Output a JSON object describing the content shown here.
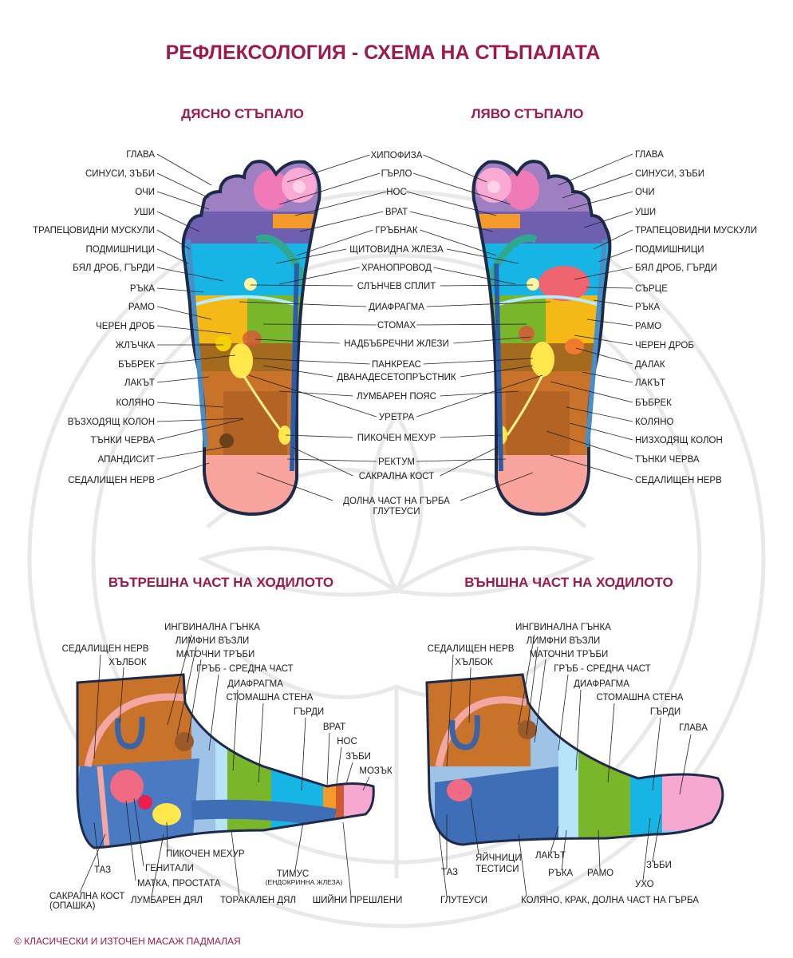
{
  "title": "РЕФЛЕКСОЛОГИЯ - СХЕМА НА СТЪПАЛАТА",
  "right_foot": {
    "heading": "ДЯСНО СТЪПАЛО",
    "left_labels": [
      "ГЛАВА",
      "СИНУСИ, ЗЪБИ",
      "ОЧИ",
      "УШИ",
      "ТРАПЕЦОВИДНИ МУСКУЛИ",
      "ПОДМИШНИЦИ",
      "БЯЛ ДРОБ, ГЪРДИ",
      "РЪКА",
      "РАМО",
      "ЧЕРЕН ДРОБ",
      "ЖЛЪЧКА",
      "БЪБРЕК",
      "ЛАКЪТ",
      "КОЛЯНО",
      "ВЪЗХОДЯЩ КОЛОН",
      "ТЪНКИ ЧЕРВА",
      "АПАНДИСИТ",
      "СЕДАЛИЩЕН НЕРВ"
    ]
  },
  "middle_labels": [
    "ХИПОФИЗА",
    "ГЪРЛО",
    "НОС",
    "ВРАТ",
    "ГРЪБНАК",
    "ЩИТОВИДНА ЖЛЕЗА",
    "ХРАНОПРОВОД",
    "СЛЪНЧЕВ СПЛИТ",
    "ДИАФРАГМА",
    "СТОМАХ",
    "НАДБЪБРЕЧНИ ЖЛЕЗИ",
    "ПАНКРЕАС",
    "ДВАНАДЕСЕТОПРЪСТНИК",
    "ЛУМБАРЕН ПОЯС",
    "УРЕТРА",
    "ПИКОЧЕН МЕХУР",
    "РЕКТУМ",
    "САКРАЛНА КОСТ",
    "ДОЛНА ЧАСТ НА ГЪРБА",
    "ГЛУТЕУСИ"
  ],
  "left_foot": {
    "heading": "ЛЯВО СТЪПАЛО",
    "right_labels": [
      "ГЛАВА",
      "СИНУСИ, ЗЪБИ",
      "ОЧИ",
      "УШИ",
      "ТРАПЕЦОВИДНИ МУСКУЛИ",
      "ПОДМИШНИЦИ",
      "БЯЛ ДРОБ, ГЪРДИ",
      "СЪРЦЕ",
      "РЪКА",
      "РАМО",
      "ЧЕРЕН ДРОБ",
      "ДАЛАК",
      "ЛАКЪТ",
      "БЪБРЕК",
      "КОЛЯНО",
      "НИЗХОДЯЩ КОЛОН",
      "ТЪНКИ ЧЕРВА",
      "СЕДАЛИЩЕН НЕРВ"
    ]
  },
  "inner": {
    "heading": "ВЪТРЕШНА ЧАСТ НА ХОДИЛОТО",
    "labels": {
      "ingv": "ИНГВИНАЛНА ГЪНКА",
      "limf": "ЛИМФНИ ВЪЗЛИ",
      "match": "МАТОЧНИ ТРЪБИ",
      "sed": "СЕДАЛИЩЕН НЕРВ",
      "hip": "ХЪЛБОК",
      "back": "ГРЪБ - СРЕДНА ЧАСТ",
      "diaf": "ДИАФРАГМА",
      "stom": "СТОМАШНА СТЕНА",
      "chest": "ГЪРДИ",
      "neck": "ВРАТ",
      "nose": "НОС",
      "teeth": "ЗЪБИ",
      "brain": "МОЗЪК",
      "bladder": "ПИКОЧЕН МЕХУР",
      "pelvis": "ТАЗ",
      "genit": "ГЕНИТАЛИ",
      "uterus": "МАТКА, ПРОСТАТА",
      "sacral1": "САКРАЛНА КОСТ",
      "sacral2": "(ОПАШКА)",
      "lumbar": "ЛУМБАРЕН ДЯЛ",
      "thor": "ТОРАКАЛЕН ДЯЛ",
      "thym1": "ТИМУС",
      "thym2": "(ЕНДОКРИННА ЖЛЕЗА)",
      "cerv": "ШИЙНИ ПРЕШЛЕНИ"
    }
  },
  "outer": {
    "heading": "ВЪНШНА ЧАСТ НА ХОДИЛОТО",
    "labels": {
      "ingv": "ИНГВИНАЛНА ГЪНКА",
      "limf": "ЛИМФНИ ВЪЗЛИ",
      "match": "МАТОЧНИ ТРЪБИ",
      "sed": "СЕДАЛИЩЕН НЕРВ",
      "hip": "ХЪЛБОК",
      "back": "ГРЪБ - СРЕДНА ЧАСТ",
      "diaf": "ДИАФРАГМА",
      "stom": "СТОМАШНА СТЕНА",
      "chest": "ГЪРДИ",
      "head": "ГЛАВА",
      "ovary1": "ЯЙЧНИЦИ",
      "ovary2": "ТЕСТИСИ",
      "pelvis": "ТАЗ",
      "glut": "ГЛУТЕУСИ",
      "elbow": "ЛАКЪТ",
      "hand": "РЪКА",
      "shoulder": "РАМО",
      "teeth": "ЗЪБИ",
      "ear": "УХО",
      "knee": "КОЛЯНО, КРАК, ДОЛНА ЧАСТ НА ГЪРБА"
    }
  },
  "copyright": "© КЛАСИЧЕСКИ И ИЗТОЧЕН МАСАЖ ПАДМАЛАЯ",
  "colors": {
    "accent": "#9c1a4c",
    "outline": "#1e2a4a"
  }
}
